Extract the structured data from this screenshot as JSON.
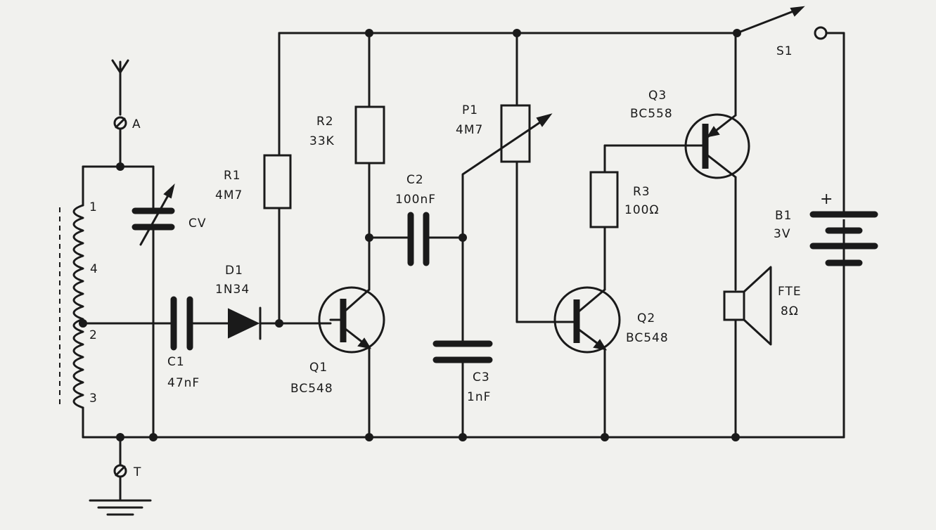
{
  "labels": {
    "antenna_terminal": "A",
    "ground_terminal": "T",
    "coil_tap_1": "1",
    "coil_tap_4": "4",
    "coil_tap_2": "2",
    "coil_tap_3": "3",
    "cv": "CV",
    "c1_name": "C1",
    "c1_value": "47nF",
    "d1_name": "D1",
    "d1_value": "1N34",
    "r1_name": "R1",
    "r1_value": "4M7",
    "r2_name": "R2",
    "r2_value": "33K",
    "q1_name": "Q1",
    "q1_value": "BC548",
    "c2_name": "C2",
    "c2_value": "100nF",
    "p1_name": "P1",
    "p1_value": "4M7",
    "c3_name": "C3",
    "c3_value": "1nF",
    "r3_name": "R3",
    "r3_value": "100Ω",
    "q2_name": "Q2",
    "q2_value": "BC548",
    "q3_name": "Q3",
    "q3_value": "BC558",
    "s1_name": "S1",
    "b1_name": "B1",
    "b1_value": "3V",
    "b1_polarity": "+",
    "fte_name": "FTE",
    "fte_value": "8Ω"
  }
}
